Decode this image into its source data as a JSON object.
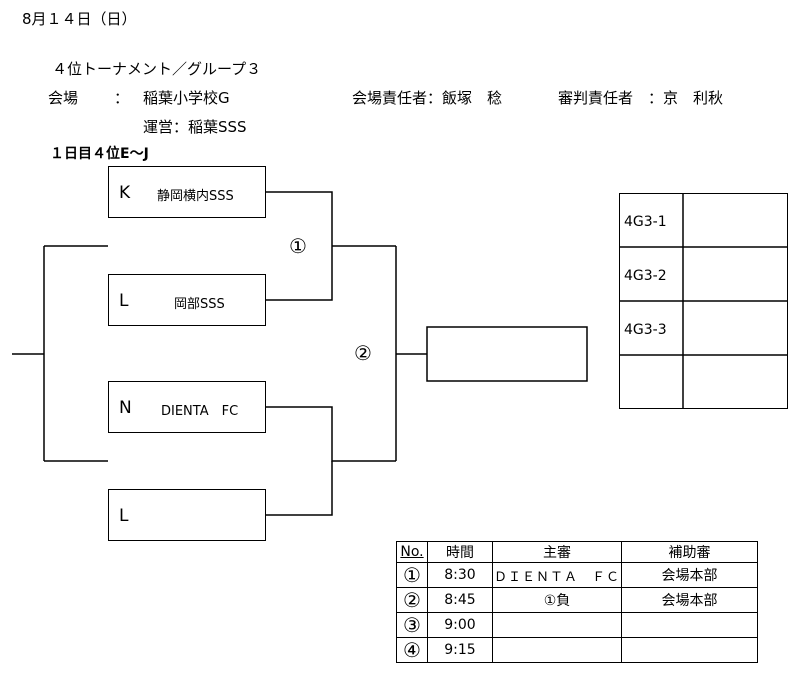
{
  "date": "8月１４日（日）",
  "tournament_title": "４位トーナメント／グループ３",
  "venue": {
    "label": "会場",
    "colon": "：",
    "name": "稲葉小学校G",
    "manager": "会場責任者：飯塚　稔",
    "referee_manager": "審判責任者　：京　利秋",
    "operation_label": "運営：",
    "operation_name": "稲葉SSS"
  },
  "day_label": "１日目４位E～J",
  "teams": [
    {
      "letter": "K",
      "name": "静岡横内SSS"
    },
    {
      "letter": "L",
      "name": "岡部SSS"
    },
    {
      "letter": "N",
      "name": "DIENTA　FC"
    },
    {
      "letter": "L",
      "name": ""
    }
  ],
  "match_markers": [
    "①",
    "②"
  ],
  "results": [
    {
      "label": "4G3-1"
    },
    {
      "label": "4G3-2"
    },
    {
      "label": "4G3-3"
    },
    {
      "label": ""
    }
  ],
  "schedule": {
    "headers": [
      "No.",
      "時間",
      "主審",
      "補助審"
    ],
    "rows": [
      {
        "no": "①",
        "time": "8:30",
        "referee": "ＤＩＥＮＴＡ　ＦＣ",
        "assistant": "会場本部"
      },
      {
        "no": "②",
        "time": "8:45",
        "referee": "①負",
        "assistant": "会場本部"
      },
      {
        "no": "③",
        "time": "9:00",
        "referee": "",
        "assistant": ""
      },
      {
        "no": "④",
        "time": "9:15",
        "referee": "",
        "assistant": ""
      }
    ]
  }
}
